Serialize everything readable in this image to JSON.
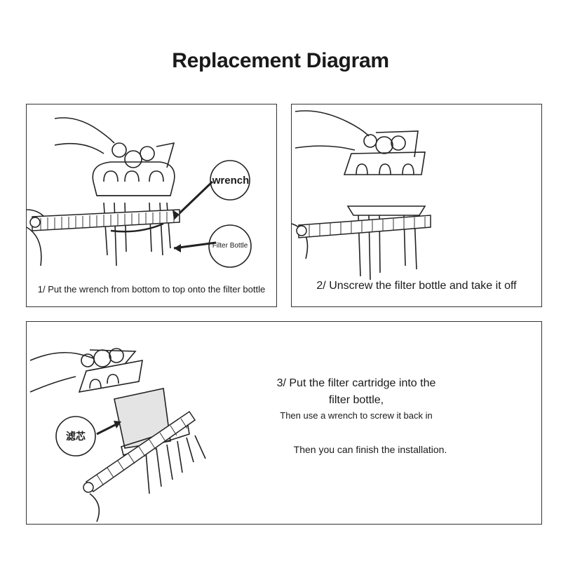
{
  "title": "Replacement Diagram",
  "steps": [
    {
      "caption": "1/ Put the wrench from bottom to top onto the filter bottle",
      "callouts": [
        "wrench",
        "Filter Bottle"
      ]
    },
    {
      "caption": "2/ Unscrew the filter bottle and take it off"
    },
    {
      "caption_main": "3/ Put the filter cartridge into the filter bottle,",
      "caption_sub": "Then use a wrench to screw it back in",
      "caption_end": "Then you can finish the installation.",
      "callouts": [
        "滤芯"
      ]
    }
  ]
}
